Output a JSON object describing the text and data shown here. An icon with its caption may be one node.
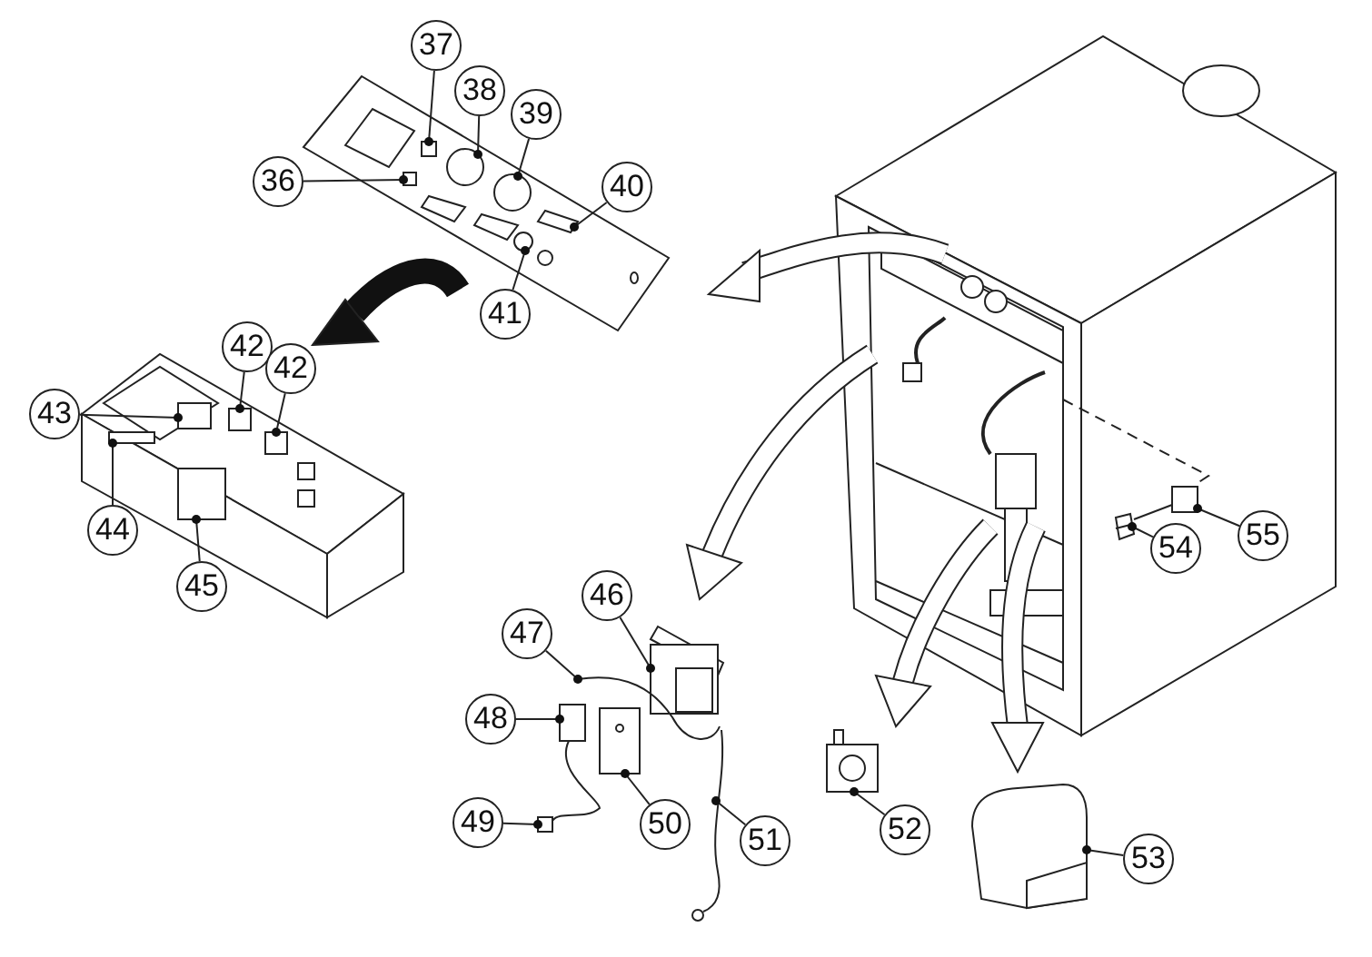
{
  "diagram": {
    "nodes": [
      {
        "text": [
          "36"
        ]
      },
      {
        "text": [
          "37"
        ]
      },
      {
        "text": [
          "38"
        ]
      },
      {
        "text": [
          "39"
        ]
      },
      {
        "text": [
          "40"
        ]
      },
      {
        "text": [
          "41"
        ]
      },
      {
        "text": [
          "42"
        ]
      },
      {
        "text": [
          "42"
        ]
      },
      {
        "text": [
          "43"
        ]
      },
      {
        "text": [
          "44"
        ]
      },
      {
        "text": [
          "45"
        ]
      },
      {
        "text": [
          "46"
        ]
      },
      {
        "text": [
          "47"
        ]
      },
      {
        "text": [
          "48"
        ]
      },
      {
        "text": [
          "49"
        ]
      },
      {
        "text": [
          "50"
        ]
      },
      {
        "text": [
          "51"
        ]
      },
      {
        "text": [
          "52"
        ]
      },
      {
        "text": [
          "53"
        ]
      },
      {
        "text": [
          "54"
        ]
      },
      {
        "text": [
          "55"
        ]
      },
      {
        "text": [],
        "shape": "box"
      },
      {
        "text": [],
        "shape": "box"
      },
      {
        "text": [],
        "shape": "circle"
      },
      {
        "text": [],
        "shape": "circle"
      },
      {
        "text": [],
        "shape": "box"
      },
      {
        "text": [],
        "shape": "circle"
      },
      {
        "text": [],
        "shape": "box"
      },
      {
        "text": [],
        "shape": "box"
      },
      {
        "text": [],
        "shape": "box"
      },
      {
        "text": [],
        "shape": "box"
      },
      {
        "text": [],
        "shape": "box"
      },
      {
        "text": [],
        "shape": "picture"
      },
      {
        "text": [],
        "shape": "picture"
      },
      {
        "text": [],
        "shape": "box"
      },
      {
        "text": [],
        "shape": "picture"
      },
      {
        "text": [],
        "shape": "picture"
      },
      {
        "text": [],
        "shape": "picture"
      },
      {
        "text": [],
        "shape": "picture"
      },
      {
        "text": [],
        "shape": "picture"
      },
      {
        "text": [],
        "shape": "picture"
      },
      {
        "text": [],
        "shape": "box"
      }
    ],
    "edges": [
      {
        "from": 0,
        "to": 21,
        "arrow": "other"
      },
      {
        "from": 1,
        "to": 22,
        "arrow": "other"
      },
      {
        "from": 2,
        "to": 23,
        "arrow": "other"
      },
      {
        "from": 3,
        "to": 24,
        "arrow": "other"
      },
      {
        "from": 4,
        "to": 25,
        "arrow": "other"
      },
      {
        "from": 5,
        "to": 26,
        "arrow": "other"
      },
      {
        "from": 6,
        "to": 27,
        "arrow": "other"
      },
      {
        "from": 7,
        "to": 28,
        "arrow": "other"
      },
      {
        "from": 8,
        "to": 29,
        "arrow": "other"
      },
      {
        "from": 9,
        "to": 30,
        "arrow": "other"
      },
      {
        "from": 10,
        "to": 31,
        "arrow": "other"
      },
      {
        "from": 11,
        "to": 32,
        "arrow": "other"
      },
      {
        "from": 12,
        "to": 33,
        "arrow": "other"
      },
      {
        "from": 13,
        "to": 34,
        "arrow": "other"
      },
      {
        "from": 14,
        "to": 35,
        "arrow": "other"
      },
      {
        "from": 15,
        "to": 36,
        "arrow": "other"
      },
      {
        "from": 16,
        "to": 37,
        "arrow": "other"
      },
      {
        "from": 17,
        "to": 38,
        "arrow": "other"
      },
      {
        "from": 18,
        "to": 39,
        "arrow": "other"
      },
      {
        "from": 19,
        "to": 40,
        "arrow": "other"
      },
      {
        "from": 20,
        "to": 41,
        "arrow": "other"
      },
      {
        "from": 41,
        "to": 40,
        "arrow": "none"
      }
    ]
  }
}
